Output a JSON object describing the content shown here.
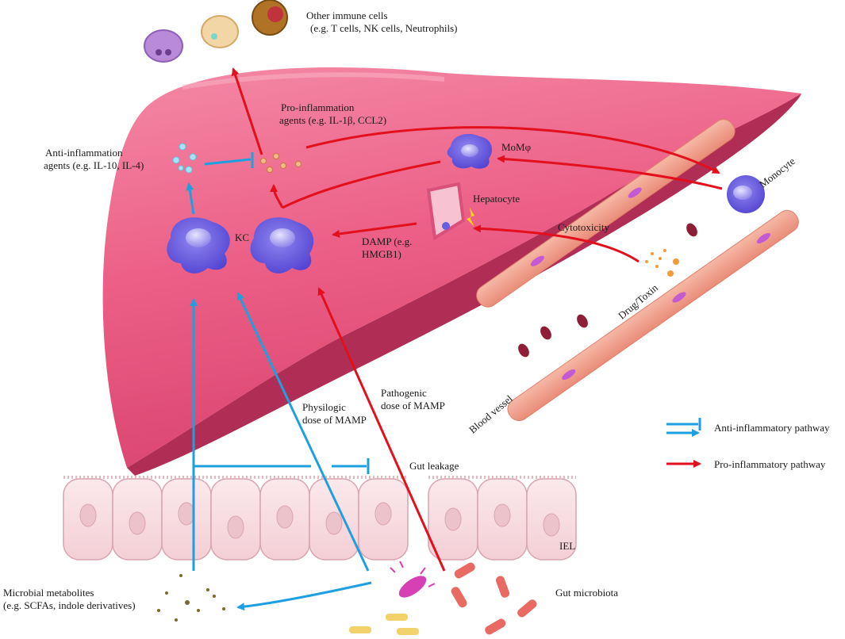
{
  "labels": {
    "other_immune_line1": "Other immune cells",
    "other_immune_line2": "(e.g. T cells, NK cells, Neutrophils)",
    "pro_inflammation_line1": "Pro-inflammation",
    "pro_inflammation_line2": "agents (e.g. IL-1β, CCL2)",
    "anti_inflammation_line1": "Anti-inflammation",
    "anti_inflammation_line2": "agents (e.g. IL-10, IL-4)",
    "momphi": "MoMφ",
    "monocyte": "Monocyte",
    "hepatocyte": "Hepatocyte",
    "kc": "KC",
    "damp_line1": "DAMP (e.g.",
    "damp_line2": "HMGB1)",
    "cytotoxicity": "Cytotoxicity",
    "drug_toxin": "Drug/Toxin",
    "blood_vessel": "Blood vessel",
    "physiologic_line1": "Physilogic",
    "physiologic_line2": "dose of MAMP",
    "pathogenic_line1": "Pathogenic",
    "pathogenic_line2": "dose of MAMP",
    "gut_leakage": "Gut leakage",
    "iel": "IEL",
    "microbial_line1": "Microbial metabolites",
    "microbial_line2": "(e.g. SCFAs, indole derivatives)",
    "gut_microbiota": "Gut microbiota"
  },
  "legend": {
    "anti": "Anti-inflammatory pathway",
    "pro": "Pro-inflammatory pathway"
  },
  "colors": {
    "pro_arrow": "#e2101c",
    "anti_arrow": "#1ea0e0",
    "liver": "#ee5f85",
    "vessel": "#f2a48e"
  }
}
